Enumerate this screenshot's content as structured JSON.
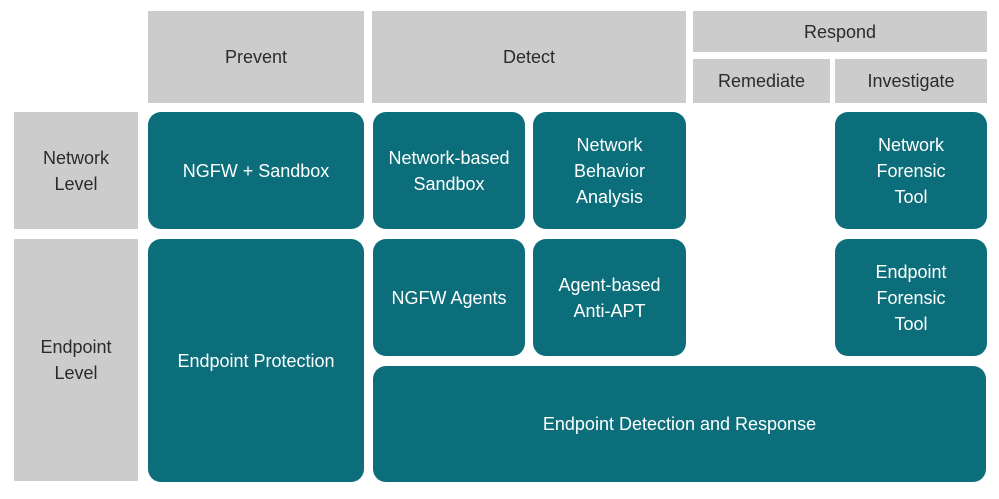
{
  "colors": {
    "header_bg": "#cccccc",
    "header_text": "#2b2b2b",
    "box_bg": "#0c6e7a",
    "box_text": "#ffffff"
  },
  "columns": {
    "prevent": "Prevent",
    "detect": "Detect",
    "respond": "Respond",
    "remediate": "Remediate",
    "investigate": "Investigate"
  },
  "rows": {
    "network_level": "Network\nLevel",
    "endpoint_level": "Endpoint\nLevel"
  },
  "boxes": {
    "ngfw_sandbox": "NGFW + Sandbox",
    "network_based_sandbox": "Network-based\nSandbox",
    "network_behavior_analysis": "Network\nBehavior\nAnalysis",
    "network_forensic_tool": "Network\nForensic\nTool",
    "endpoint_protection": "Endpoint Protection",
    "ngfw_agents": "NGFW Agents",
    "agent_based_anti_apt": "Agent-based\nAnti-APT",
    "endpoint_forensic_tool": "Endpoint\nForensic\nTool",
    "endpoint_detection_response": "Endpoint Detection and Response"
  }
}
